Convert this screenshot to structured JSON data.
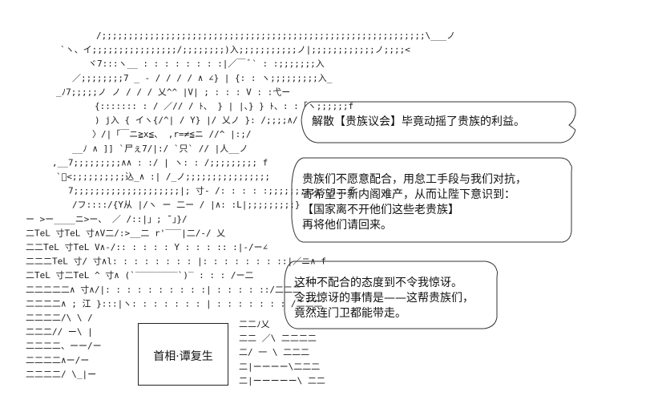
{
  "dialogue": {
    "bubble1": "解散【贵族议会】毕竟动摇了贵族的利益。",
    "bubble2": "贵族们不愿意配合，用怠工手段与我们对抗，\n寄希望于新内阁难产，从而让陛下意识到：\n【国家离不开他们这些老贵族】\n再将他们请回来。",
    "bubble3": "这种不配合的态度到不令我惊讶。\n令我惊讶的事情是——这帮贵族们，\n竟然连门卫都能带走。"
  },
  "nameplate": {
    "label": "首相·谭复生"
  },
  "art": {
    "lines": [
      "/;;;;;;;;;;;;;;;;;;;;;;;;;;;;;;;;;;;;;;;;;;;;;;;;;;;;;;;;;;;;;\\___ノ",
      "`ヽ、イ;;;;;;;;;;;;;;;;/;;;;;;;;)入;;;;;;;;;;;ノ|;;;;;;;;;;;;ノ;;;;<",
      "ヾ7:::ヽ__ : : : : : :  : :|／￣ ﾞ` : :;;;;;;;入",
      "／;;;;;;;;7 _ - / / / / ∧ ∠}  |  {: : ヽ;;;;;;;;;入_",
      "_ﾉ7;;;;;ノ ノ   / / /  乂^^ |V|   ; : : : V : :弋ー",
      "{::::::: : /  ／// / ﾄ、 }    | |、} } ﾄ、: :「ヽ;;;;;;f",
      ") j入 { イヽ{/^| /  Y}       |/ 乂ノ }: /;;;;∧/",
      "〉/|「￣ニ≧x≦、    ,r=≠≦ニ //^ |:;/",
      "__ﾉ ∧ ]]   `尸ぇ7/|:/  `只`   //  |人__ノ",
      ",__7;;;;;;;;;∧∧     : :/    |     ヽ: :     /;;;;;;;;; f",
      "`ﾞ<;;;;;;;;;;込_∧         :|            /_ノ;;;;;;;;;;;;;;;;",
      "7;;;;;;;;;;;;;;;;;;;;|;         寸‐         /: : : : :;;;;;;;;;;;;;;;そ",
      "/フ::::/{Y从 |/ヽ   ー 二ー    /  |∧: :L|;;;;;;;;;}",
      "ー >ー____ニ>ー、     ／ /::|」;  ̄¯」}/",
      "二TeL 寸TeL 寸∧V二/:>__二   r'‾‾‾|二/‐/ 乂",
      "二二TeL 寸TeL V∧‐/:: : : : :    Y : : : :: :|‐/ー∠",
      "二二二TeL 寸/ 寸∧l: : : : : : : : |: : : : : : : ::|／ニ∧ f",
      "二TeL 寸二TeL ^  寸∧ (`‾‾‾‾‾‾‾‾`)‾ : : : /ー二",
      "二二二二二∧   寸∧/|: : : : : : : : : :| : : : : ::/二二二",
      "二二二二∧   ;    江 }:::|ヽ: : : : : : : | : : : : : : : /二二二",
      "二二二二/\\  \\  /",
      "二二二// ー\\ |",
      "二二二二、ーー/ー",
      "二二二二∧ー/ー",
      "二二二二/ \\_|ー"
    ],
    "right_lines": [
      "二二ﾉ乂",
      "二二 ／\\ 二二二二",
      "二/  一 \\ 二二二",
      "二|ーーーー\\二二二",
      "二|ーーーーー\\ 二二"
    ]
  }
}
